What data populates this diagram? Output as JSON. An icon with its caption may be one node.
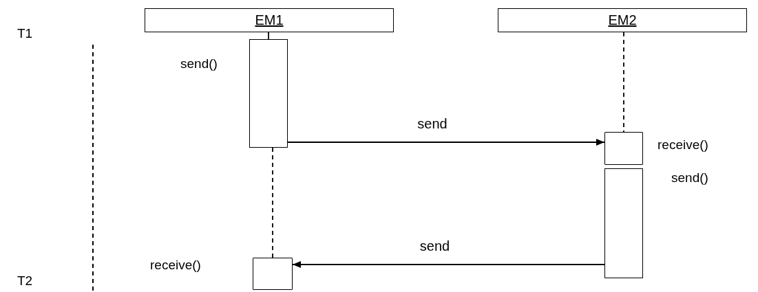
{
  "diagram": {
    "nodes": [
      {
        "text": [
          "EM1"
        ]
      },
      {
        "text": [
          "EM2"
        ]
      },
      {
        "text": [],
        "shape": "bar",
        "beside": [
          "send()"
        ]
      },
      {
        "text": [],
        "shape": "box",
        "beside": [
          "receive()"
        ]
      },
      {
        "text": [],
        "shape": "bar",
        "beside": [
          "send()"
        ]
      },
      {
        "text": [],
        "shape": "box",
        "beside": [
          "receive()"
        ]
      }
    ],
    "edges": [
      {
        "from": 0,
        "to": 2,
        "arrow": "none"
      },
      {
        "from": 2,
        "to": 5,
        "arrow": "none",
        "style": "dashed"
      },
      {
        "from": 1,
        "to": 3,
        "arrow": "none",
        "style": "dashed"
      },
      {
        "from": 2,
        "to": 3,
        "arrow": "to",
        "label": "send"
      },
      {
        "from": 4,
        "to": 5,
        "arrow": "to",
        "label": "send"
      }
    ],
    "labels": [
      "T1",
      "T2"
    ]
  }
}
